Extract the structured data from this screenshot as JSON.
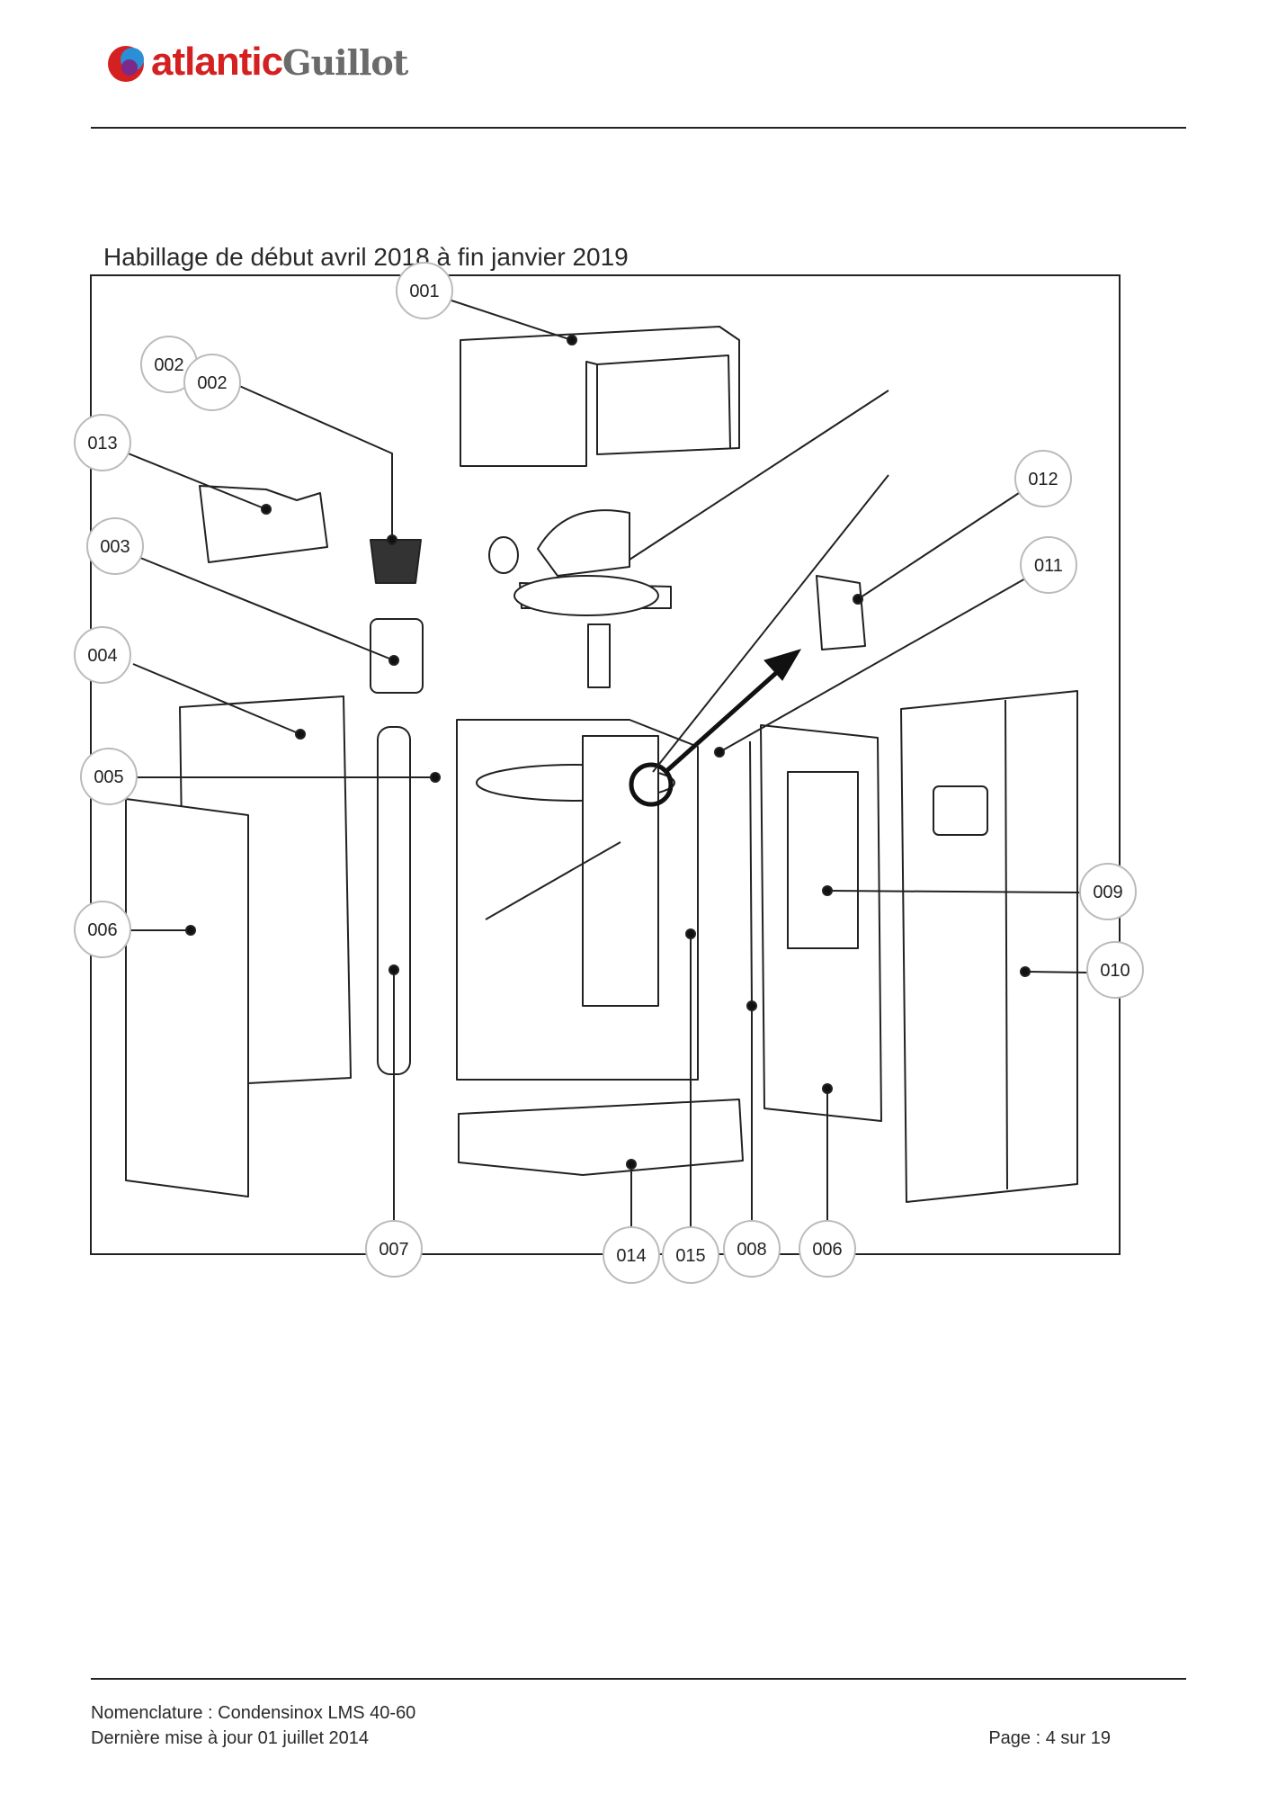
{
  "brand": {
    "logo_text_a": "atlantic",
    "logo_text_b": "Guillot"
  },
  "section_title": "Habillage de début avril 2018 à fin janvier 2019",
  "callouts": [
    "001",
    "002",
    "002",
    "013",
    "003",
    "004",
    "005",
    "006",
    "012",
    "011",
    "009",
    "010",
    "007",
    "014",
    "015",
    "008",
    "006"
  ],
  "footer": {
    "line1": "Nomenclature : Condensinox LMS 40-60",
    "line2": "Dernière mise à jour 01 juillet 2014",
    "page": "Page : 4 sur 19"
  }
}
